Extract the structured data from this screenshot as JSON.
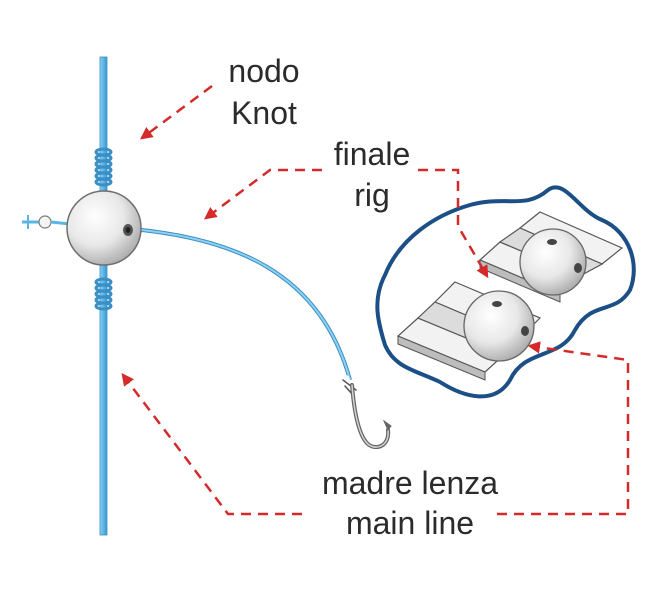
{
  "labels": {
    "knot_it": "nodo",
    "knot_en": "Knot",
    "rig_it": "finale",
    "rig_en": "rig",
    "main_it": "madre lenza",
    "main_en": "main line"
  },
  "colors": {
    "line": "#5ab4e6",
    "arrow": "#d42a2a",
    "outline": "#1b4f86",
    "bead": "#eeeeee",
    "text": "#2b2b2b"
  },
  "icons": [
    "bead-icon",
    "hook-icon",
    "swivel-icon",
    "bead-holder-icon"
  ]
}
